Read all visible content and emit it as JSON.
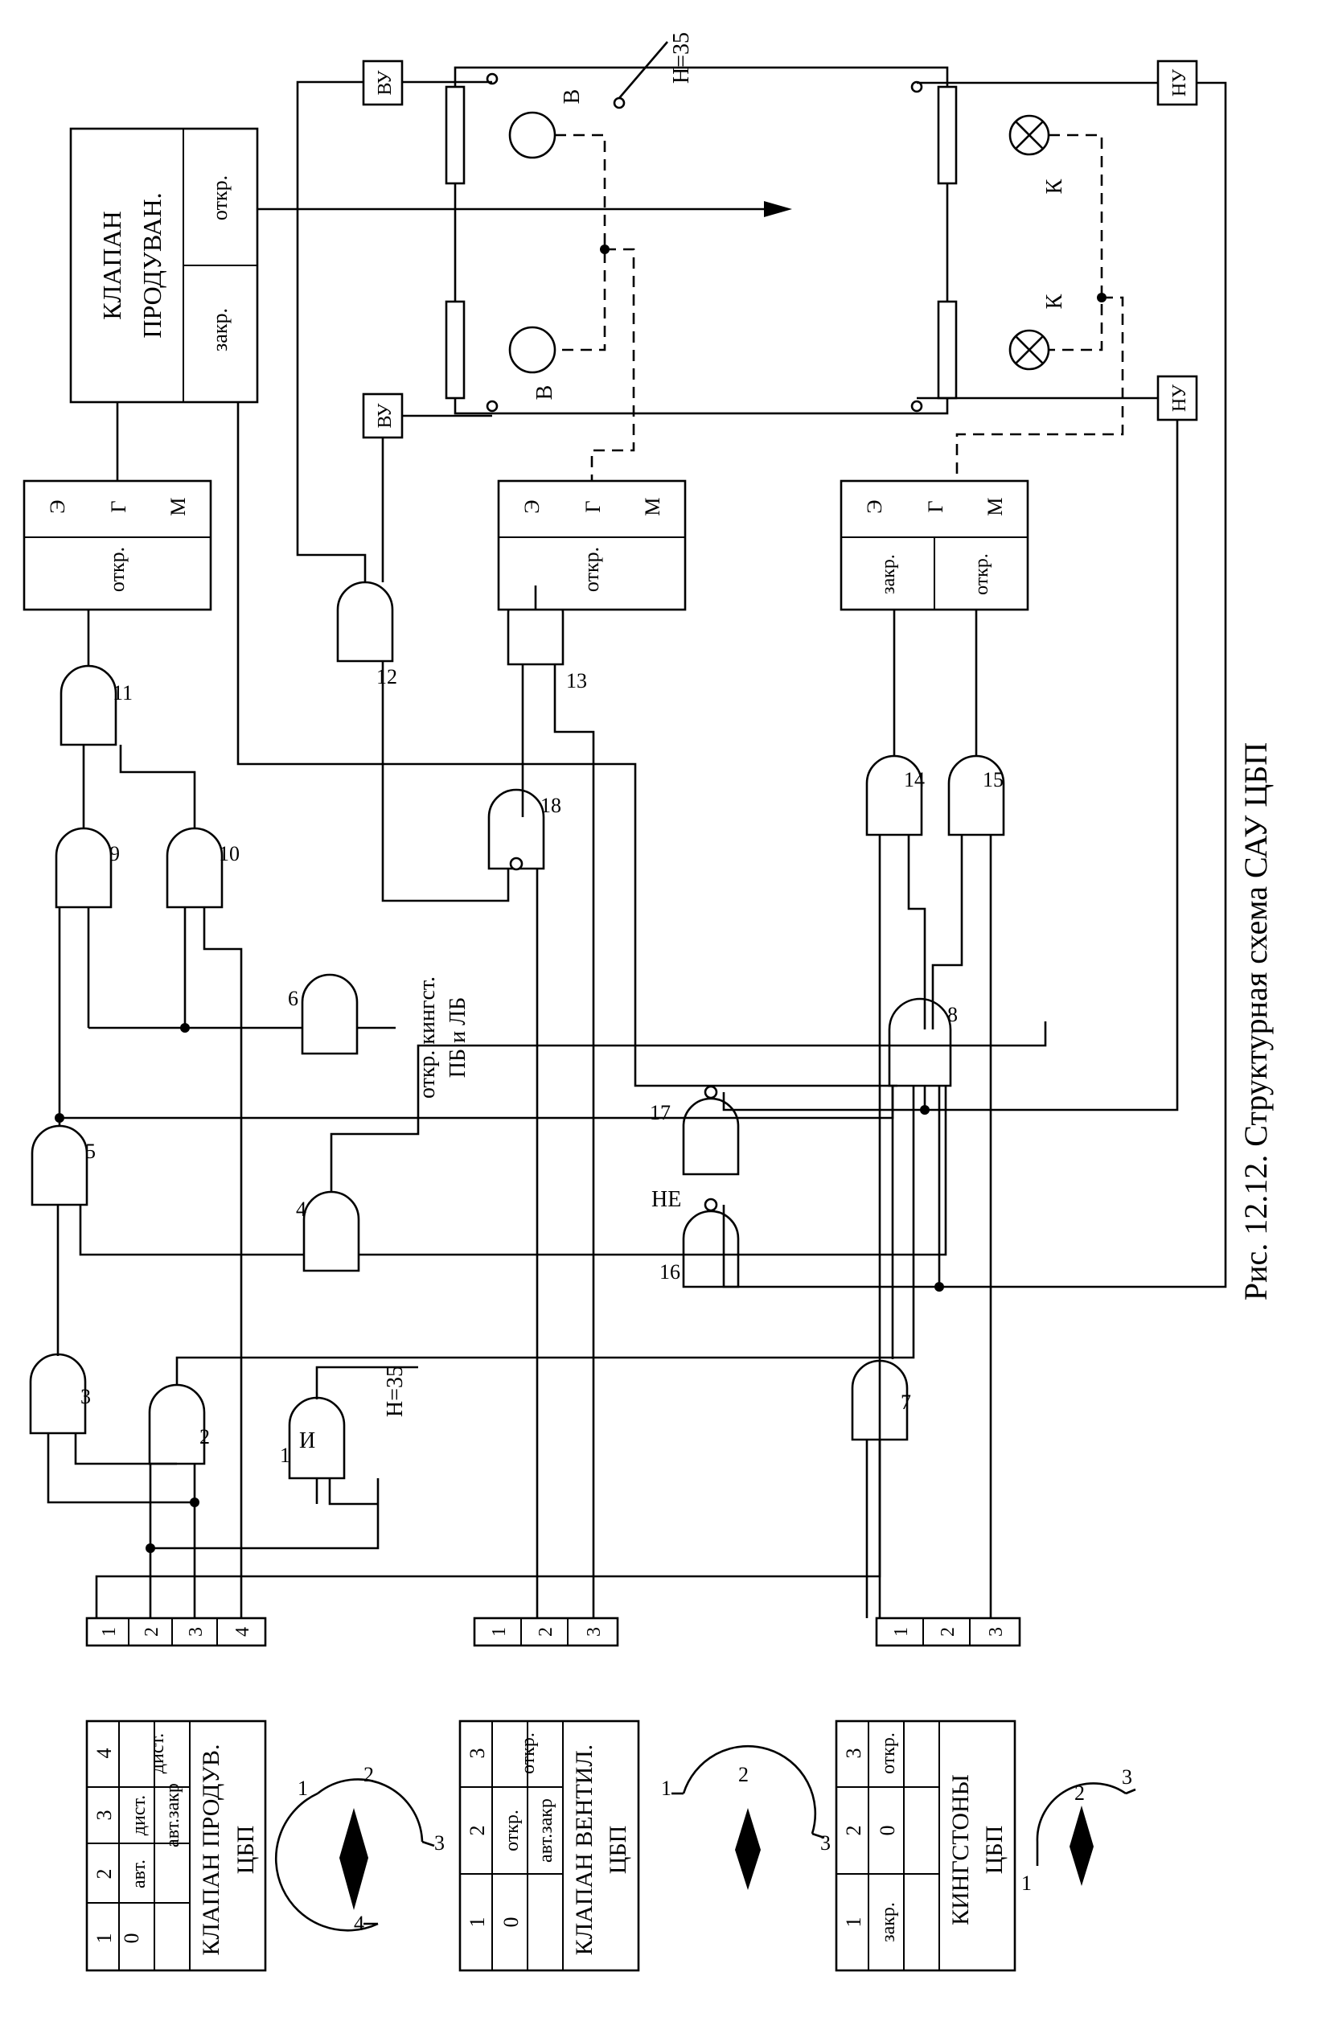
{
  "caption": "Рис. 12.12. Структурная схема САУ ЦБП",
  "selectors": [
    {
      "positions": [
        "1",
        "2",
        "3",
        "4"
      ],
      "codes": [
        "0",
        "авт.",
        "дист.\nавт.закр",
        "дист."
      ],
      "title": "КЛАПАН ПРОДУВ.\nЦБП",
      "terminals": [
        "1",
        "2",
        "3",
        "4"
      ],
      "dial_marks": [
        "1",
        "2",
        "3",
        "4"
      ]
    },
    {
      "positions": [
        "1",
        "2",
        "3"
      ],
      "codes": [
        "0",
        "откр.\nавт.закр",
        "откр."
      ],
      "title": "КЛАПАН ВЕНТИЛ.\nЦБП",
      "terminals": [
        "1",
        "2",
        "3"
      ],
      "dial_marks": [
        "1",
        "2",
        "3"
      ]
    },
    {
      "positions": [
        "1",
        "2",
        "3"
      ],
      "codes": [
        "закр.",
        "0",
        "откр."
      ],
      "title": "КИНГСТОНЫ\nЦБП",
      "terminals": [
        "1",
        "2",
        "3"
      ],
      "dial_marks": [
        "1",
        "2",
        "3"
      ]
    }
  ],
  "gates": {
    "g1": "1",
    "g2": "2",
    "g3": "3",
    "g4": "4",
    "g5": "5",
    "g6": "6",
    "g7": "7",
    "g8": "8",
    "g9": "9",
    "g10": "10",
    "g11": "11",
    "g12": "12",
    "g13": "13",
    "g14": "14",
    "g15": "15",
    "g16": "16",
    "g17": "17",
    "g18": "18"
  },
  "gate_labels": {
    "and_label": "И",
    "not_label": "НЕ",
    "h35_left": "Н=35",
    "h35_tank": "Н=35",
    "g6_input": "откр. кингст.\nПБ и ЛБ"
  },
  "egm": [
    {
      "e": "Э",
      "g": "Г",
      "m": "М",
      "a": "откр.",
      "b": ""
    },
    {
      "e": "Э",
      "g": "Г",
      "m": "М",
      "a": "откр.",
      "b": ""
    },
    {
      "e": "Э",
      "g": "Г",
      "m": "М",
      "a": "закр.",
      "b": "откр."
    }
  ],
  "klapan_produvan": {
    "title": "КЛАПАН\nПРОДУВАН.",
    "closed": "закр.",
    "open": "откр."
  },
  "sensors": {
    "vu_top": "ВУ",
    "vu_mid": "ВУ",
    "nu_top": "НУ",
    "nu_mid": "НУ",
    "valve_b1": "В",
    "valve_b2": "В",
    "valve_k1": "К",
    "valve_k2": "К"
  }
}
